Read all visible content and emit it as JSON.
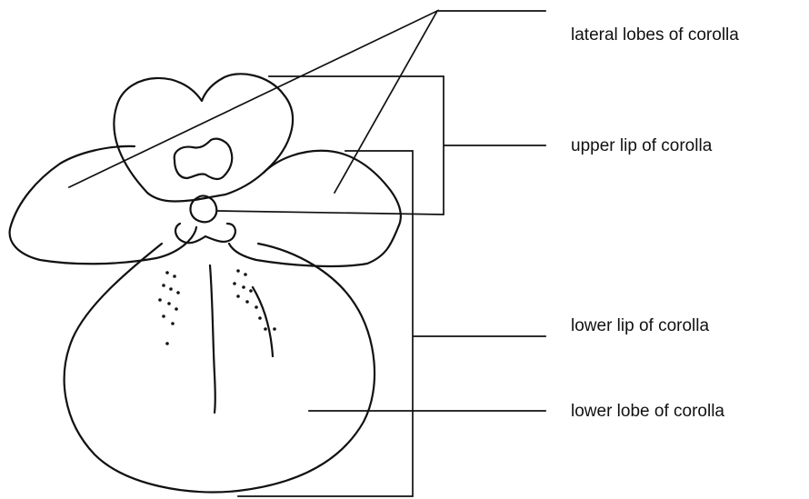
{
  "diagram": {
    "labels": {
      "lateral_lobes": "lateral lobes of corolla",
      "upper_lip": "upper lip of corolla",
      "lower_lip": "lower lip of corolla",
      "lower_lobe": "lower lobe of corolla"
    },
    "colors": {
      "ink": "#111111",
      "background": "#ffffff"
    }
  }
}
